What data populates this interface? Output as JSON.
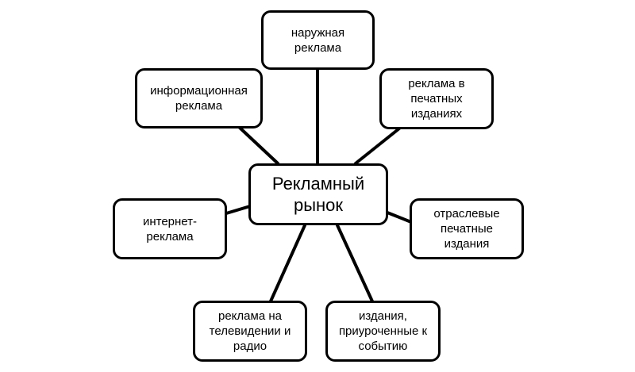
{
  "diagram": {
    "center": {
      "label": "Рекламный\nрынок"
    },
    "nodes": [
      {
        "id": "outdoor",
        "label": "наружная\nреклама"
      },
      {
        "id": "informational",
        "label": "информационная\nреклама"
      },
      {
        "id": "print",
        "label": "реклама в\nпечатных\nизданиях"
      },
      {
        "id": "internet",
        "label": "интернет-\nреклама"
      },
      {
        "id": "industry",
        "label": "отраслевые\nпечатные\nиздания"
      },
      {
        "id": "tv-radio",
        "label": "реклама на\nтелевидении и\nрадио"
      },
      {
        "id": "event",
        "label": "издания,\nприуроченные к\nсобытию"
      }
    ]
  },
  "colors": {
    "stroke": "#000000",
    "fill": "#ffffff"
  }
}
